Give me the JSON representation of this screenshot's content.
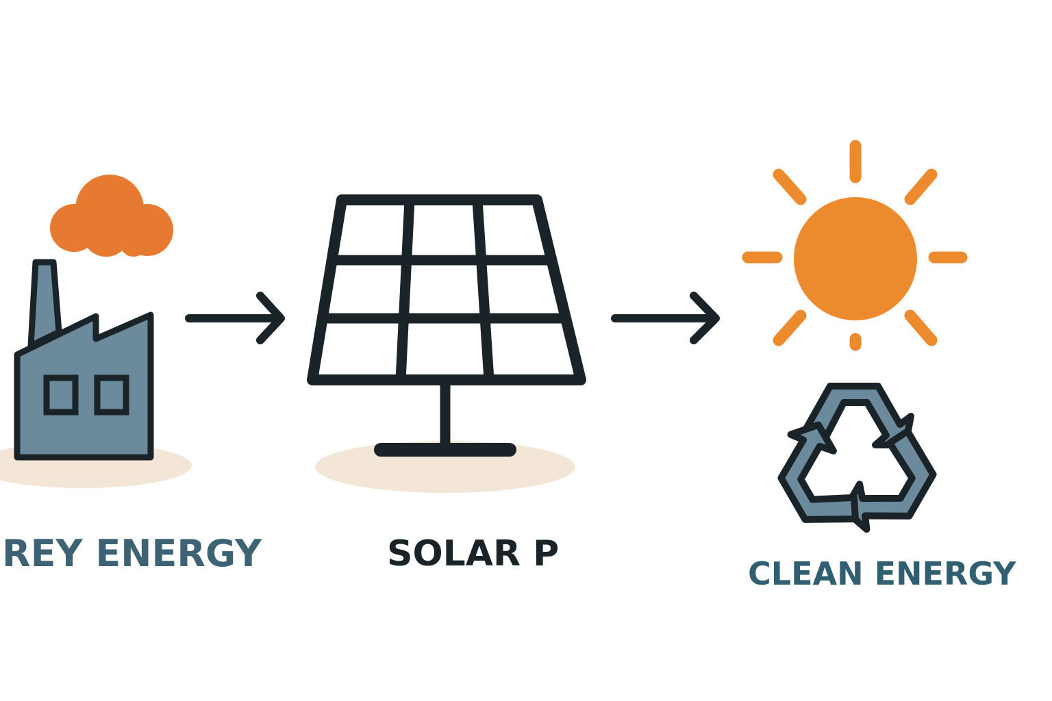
{
  "labels": {
    "grey_energy": "REY ENERGY",
    "solar": "SOLAR P",
    "clean_energy": "CLEAN ENERGY"
  },
  "colors": {
    "orange": "#ec8a2e",
    "cloud": "#e67a30",
    "slate": "#6b8a9c",
    "dark": "#1a2328",
    "teal_text": "#3d6273",
    "shadow": "#f4e6d6"
  }
}
